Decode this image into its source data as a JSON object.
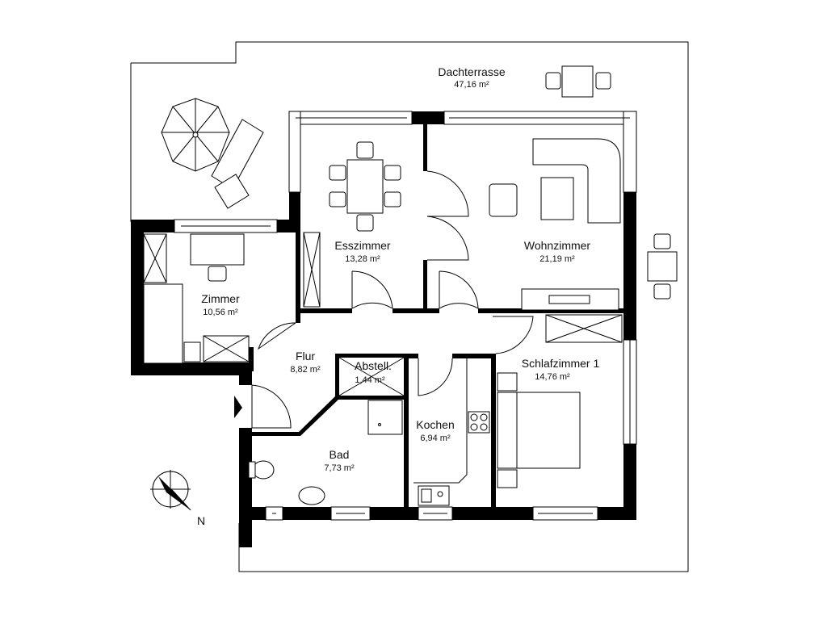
{
  "rooms": {
    "dachterrasse": {
      "name": "Dachterrasse",
      "area": "47,16 m²"
    },
    "esszimmer": {
      "name": "Esszimmer",
      "area": "13,28 m²"
    },
    "wohnzimmer": {
      "name": "Wohnzimmer",
      "area": "21,19 m²"
    },
    "zimmer": {
      "name": "Zimmer",
      "area": "10,56 m²"
    },
    "flur": {
      "name": "Flur",
      "area": "8,82 m²"
    },
    "abstell": {
      "name": "Abstell.",
      "area": "1,44 m²"
    },
    "schlafzimmer": {
      "name": "Schlafzimmer 1",
      "area": "14,76  m²"
    },
    "kochen": {
      "name": "Kochen",
      "area": "6,94 m²"
    },
    "bad": {
      "name": "Bad",
      "area": "7,73 m²"
    }
  },
  "compass": {
    "label": "N"
  }
}
